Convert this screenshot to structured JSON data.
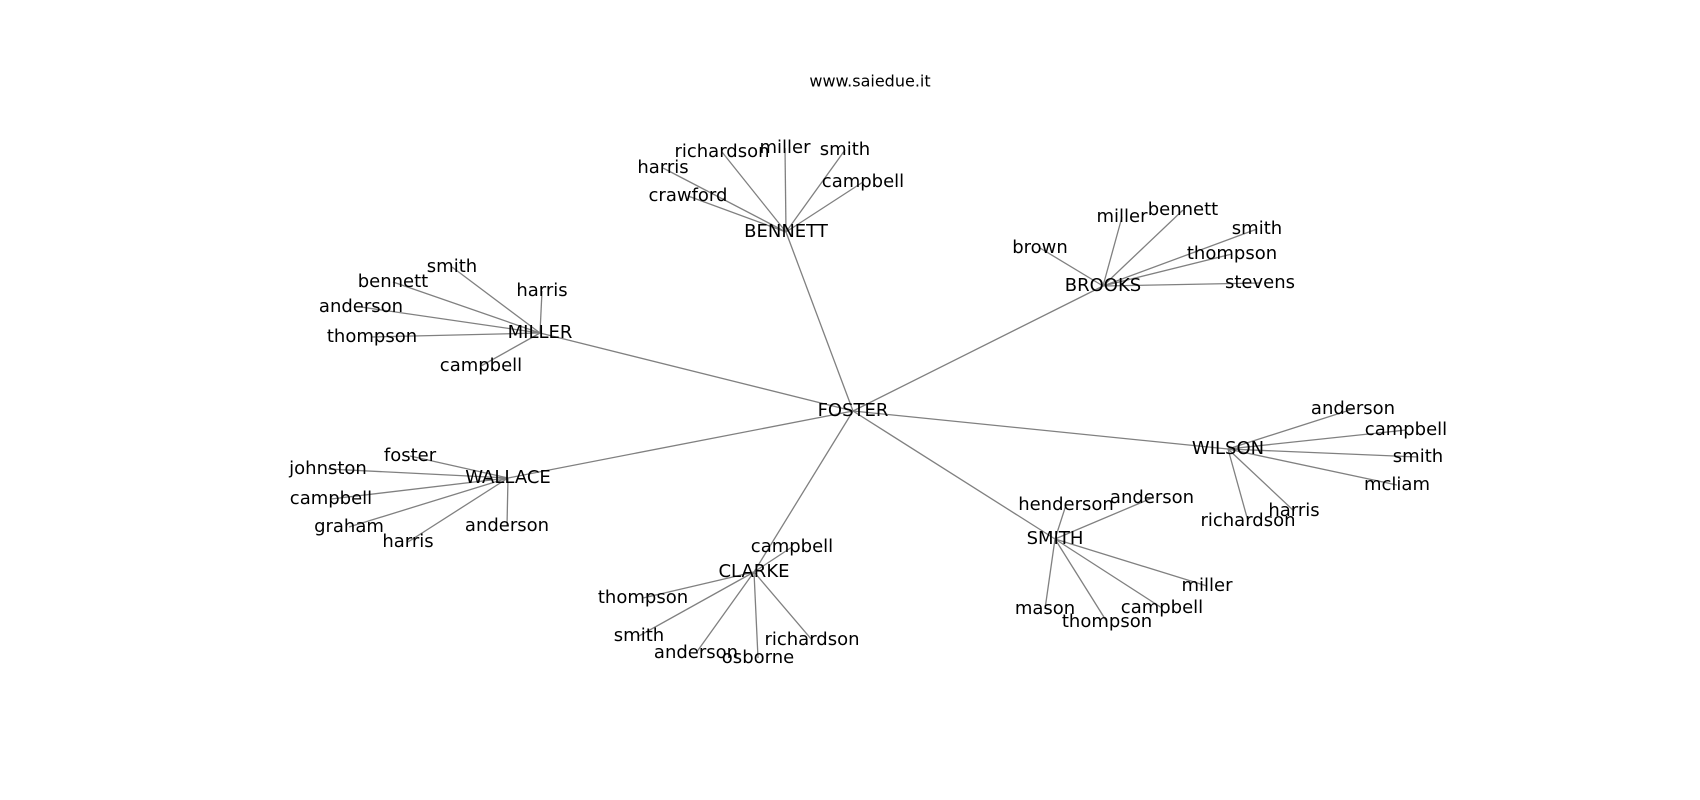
{
  "site": "www.saiedue.it",
  "graph": {
    "root": "FOSTER",
    "clusters": [
      {
        "name": "BENNETT",
        "children": [
          "richardson",
          "miller",
          "smith",
          "harris",
          "campbell",
          "crawford"
        ]
      },
      {
        "name": "BROOKS",
        "children": [
          "miller",
          "bennett",
          "smith",
          "brown",
          "thompson",
          "stevens"
        ]
      },
      {
        "name": "MILLER",
        "children": [
          "smith",
          "bennett",
          "harris",
          "anderson",
          "thompson",
          "campbell"
        ]
      },
      {
        "name": "WILSON",
        "children": [
          "anderson",
          "campbell",
          "smith",
          "mcliam",
          "harris",
          "richardson"
        ]
      },
      {
        "name": "WALLACE",
        "children": [
          "foster",
          "johnston",
          "campbell",
          "graham",
          "harris",
          "anderson"
        ]
      },
      {
        "name": "SMITH",
        "children": [
          "henderson",
          "anderson",
          "miller",
          "campbell",
          "thompson",
          "mason"
        ]
      },
      {
        "name": "CLARKE",
        "children": [
          "campbell",
          "thompson",
          "smith",
          "anderson",
          "osborne",
          "richardson"
        ]
      }
    ]
  }
}
